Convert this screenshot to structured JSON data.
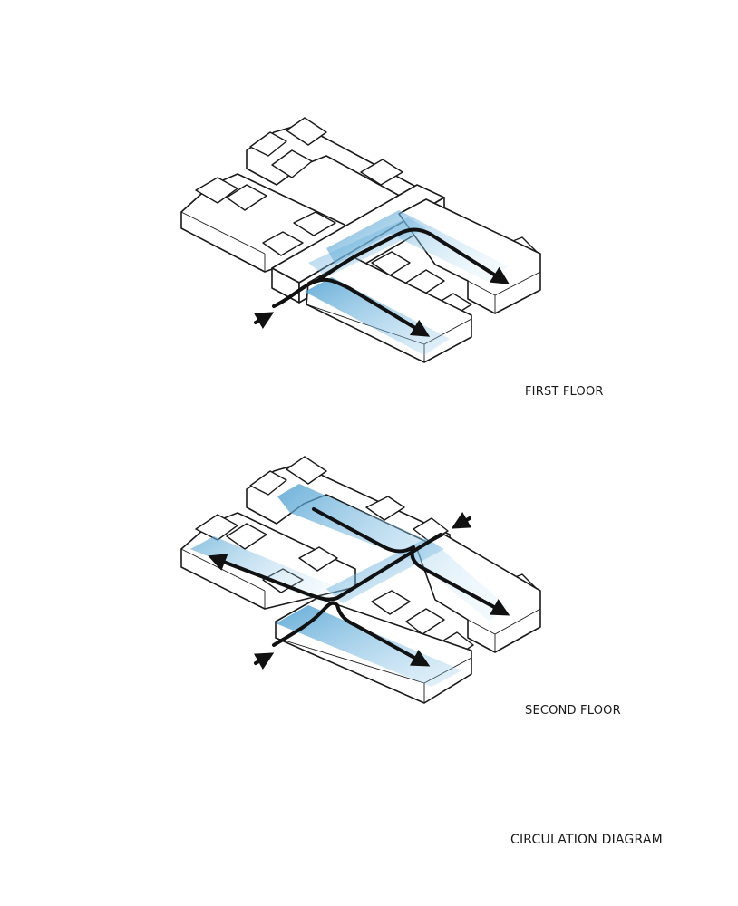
{
  "labels": {
    "first_floor": "FIRST FLOOR",
    "second_floor": "SECOND FLOOR",
    "title": "CIRCULATION DIAGRAM"
  },
  "colors": {
    "circulation_fill": "#4a9ed0",
    "line": "#111111",
    "outline": "#1a1a1a",
    "background": "#ffffff"
  }
}
